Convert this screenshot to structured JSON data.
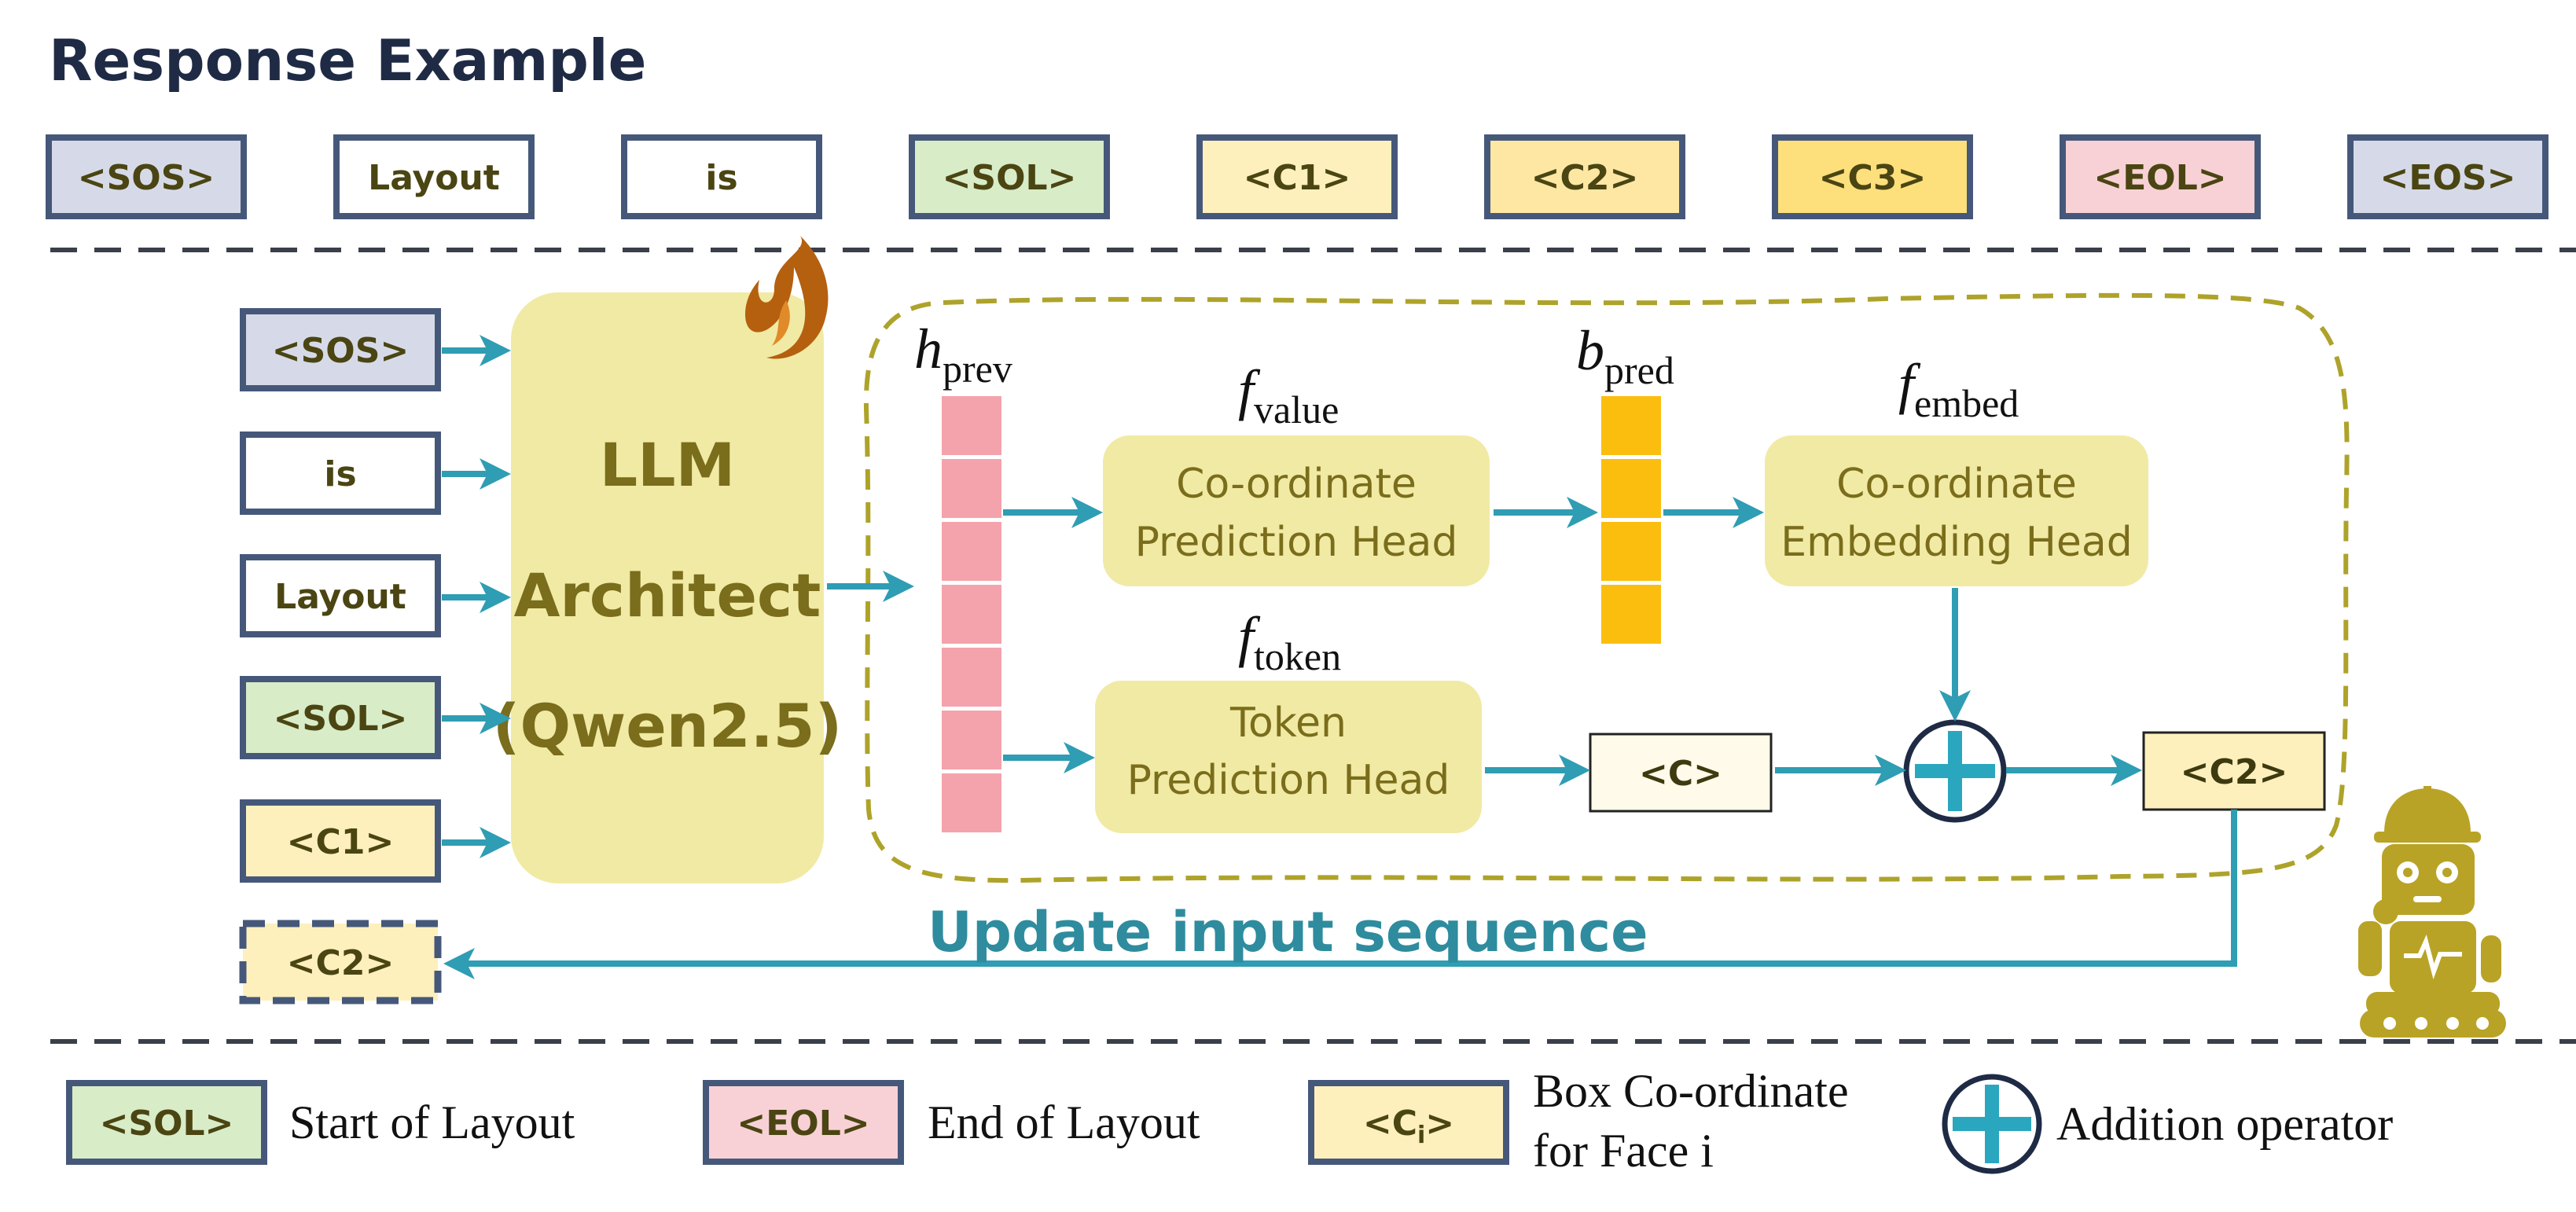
{
  "title": "Response Example",
  "response_tokens": [
    {
      "label": "<SOS>",
      "fill": "#d6dae8"
    },
    {
      "label": "Layout",
      "fill": "#ffffff"
    },
    {
      "label": "is",
      "fill": "#ffffff"
    },
    {
      "label": "<SOL>",
      "fill": "#d8ecc8"
    },
    {
      "label": "<C1>",
      "fill": "#fdf0bd"
    },
    {
      "label": "<C2>",
      "fill": "#fde7a3"
    },
    {
      "label": "<C3>",
      "fill": "#fde07c"
    },
    {
      "label": "<EOL>",
      "fill": "#f8d1d6"
    },
    {
      "label": "<EOS>",
      "fill": "#d6dae8"
    }
  ],
  "input_tokens": [
    {
      "label": "<SOS>",
      "fill": "#d6dae8"
    },
    {
      "label": "is",
      "fill": "#ffffff"
    },
    {
      "label": "Layout",
      "fill": "#ffffff"
    },
    {
      "label": "<SOL>",
      "fill": "#d8ecc8"
    },
    {
      "label": "<C1>",
      "fill": "#fdf0bd"
    }
  ],
  "appended_token": {
    "label": "<C2>",
    "fill": "#fdf0bd"
  },
  "llm": {
    "line1": "LLM",
    "line2": "Architect",
    "line3": "(Qwen2.5)"
  },
  "symbols": {
    "h": "h",
    "h_sub": "prev",
    "f_value": "f",
    "f_value_sub": "value",
    "b": "b",
    "b_sub": "pred",
    "f_embed": "f",
    "f_embed_sub": "embed",
    "f_token": "f",
    "f_token_sub": "token"
  },
  "heads": {
    "coord_pred": [
      "Co-ordinate",
      "Prediction Head"
    ],
    "coord_embed": [
      "Co-ordinate",
      "Embedding Head"
    ],
    "token_pred": [
      "Token",
      "Prediction Head"
    ]
  },
  "c_token": "<C>",
  "output_token": "<C2>",
  "update_label": "Update input sequence",
  "legend": [
    {
      "token": "<SOL>",
      "fill": "#d8ecc8",
      "text": "Start of Layout"
    },
    {
      "token": "<EOL>",
      "fill": "#f8d1d6",
      "text": "End of Layout"
    },
    {
      "token_main": "<C",
      "token_sub": "i",
      "token_end": ">",
      "fill": "#fdf0bd",
      "text_line1": "Box Co-ordinate",
      "text_line2": "for Face i"
    },
    {
      "text": "Addition operator"
    }
  ],
  "colors": {
    "navy": "#46587a",
    "teal": "#2f9db3",
    "olive": "#6e6518",
    "llm_fill": "#f1eaa5",
    "head_fill": "#f1eaa5",
    "pink": "#f4a3ac",
    "orange": "#fbbe0f",
    "dash": "#3b3f4a",
    "fire": "#b5600f",
    "robot": "#b8a326"
  }
}
